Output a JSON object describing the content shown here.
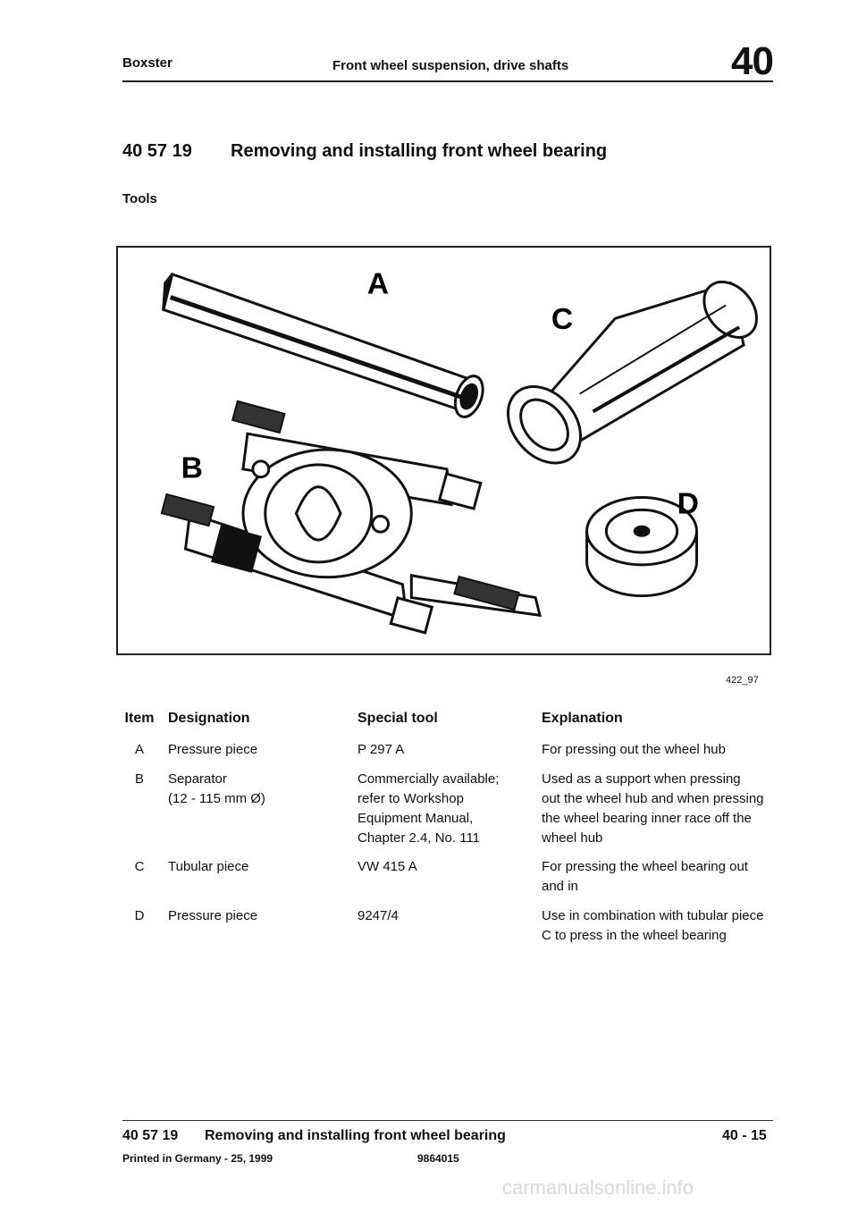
{
  "header": {
    "model": "Boxster",
    "section": "Front wheel suspension, drive shafts",
    "group_number": "40"
  },
  "title": {
    "number": "40 57 19",
    "text": "Removing and installing front wheel bearing"
  },
  "tools_label": "Tools",
  "figure": {
    "labels": {
      "a": "A",
      "b": "B",
      "c": "C",
      "d": "D"
    },
    "reference": "422_97"
  },
  "table": {
    "headers": {
      "item": "Item",
      "designation": "Designation",
      "special_tool": "Special tool",
      "explanation": "Explanation"
    },
    "rows": [
      {
        "item": "A",
        "designation": [
          "Pressure piece"
        ],
        "special_tool": [
          "P 297 A"
        ],
        "explanation": [
          "For pressing out the wheel hub"
        ]
      },
      {
        "item": "B",
        "designation": [
          "Separator",
          "(12 - 115 mm Ø)"
        ],
        "special_tool": [
          "Commercially available;",
          "refer to Workshop",
          "Equipment Manual,",
          "Chapter 2.4, No. 111"
        ],
        "explanation": [
          "Used as a support when pressing",
          "out the wheel hub and when pressing",
          "the wheel bearing inner race off the",
          "wheel hub"
        ]
      },
      {
        "item": "C",
        "designation": [
          "Tubular piece"
        ],
        "special_tool": [
          "VW 415 A"
        ],
        "explanation": [
          "For pressing the wheel bearing out",
          "and in"
        ]
      },
      {
        "item": "D",
        "designation": [
          "Pressure piece"
        ],
        "special_tool": [
          "9247/4"
        ],
        "explanation": [
          "Use in combination with tubular piece",
          "C to press in the wheel bearing"
        ]
      }
    ]
  },
  "footer": {
    "number": "40 57 19",
    "title": "Removing and installing front wheel bearing",
    "page": "40 - 15",
    "printed": "Printed in Germany - 25, 1999",
    "code": "9864015"
  },
  "watermark": "carmanualsonline.info"
}
